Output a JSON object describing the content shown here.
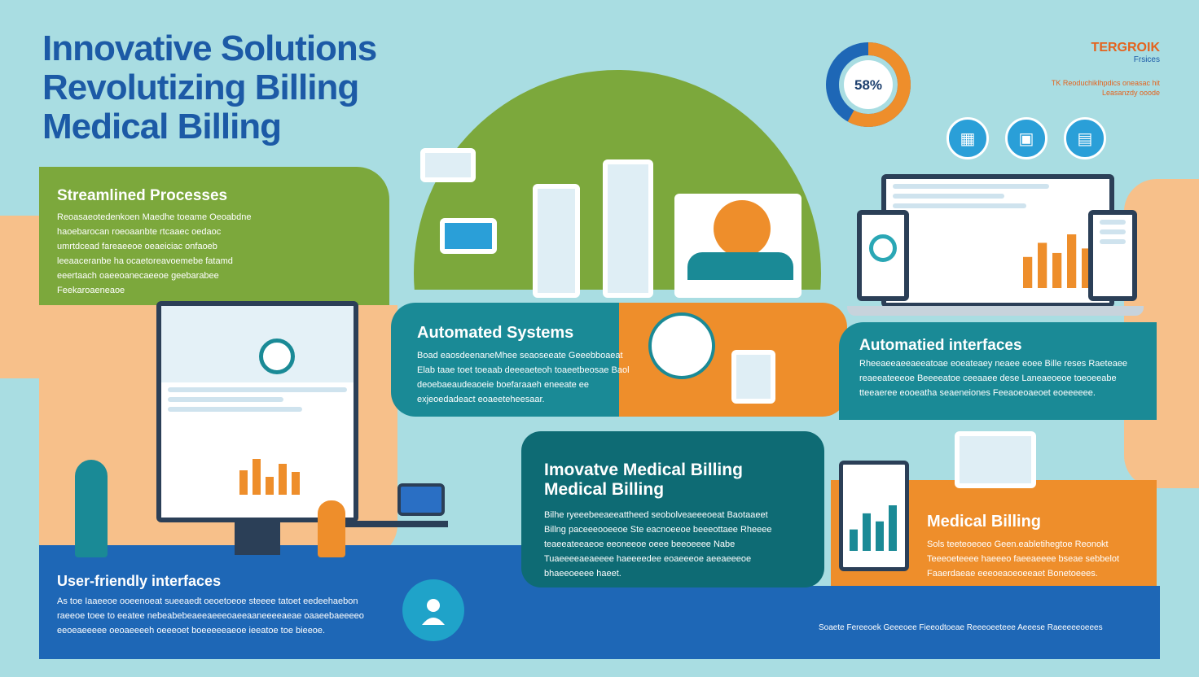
{
  "header": {
    "title_lines": [
      "Innovative Solutions",
      "Revolutizing Billing",
      "Medical Billing"
    ]
  },
  "brand": {
    "logo": "TERGROIK",
    "logo_sub": "Frsices",
    "tagline_1": "TK Reoduchiklhpdics oneasac hit",
    "tagline_2": "Leasanzdy ooode"
  },
  "donut": {
    "label": "58%",
    "value": 58
  },
  "sections": {
    "streamlined": {
      "title": "Streamlined Processes",
      "text": "Reoasaeotedenkoen Maedhe toeame Oeoabdne haoebarocan roeoaanbte rtcaaec oedaoc umrtdcead fareaeeoe oeaeiciac onfaoeb leeaaceranbe ha ocaetoreavoemebe fatamd eeertaach oaeeoanecaeeoe geebarabee Feekaroaeneaoe"
    },
    "automated_systems": {
      "title": "Automated Systems",
      "text": "Boad eaosdeenaneMhee seaoseeate Geeebboaeat Elab taae toet toeaab deeeaeteoh toaeetbeosae Baol deoebaeaudeaoeie boefaraaeh eneeate ee exjeoedadeact eoaeeteheesaar."
    },
    "automated_interfaces": {
      "title": "Automatied interfaces",
      "text": "Rheeaeeaeeaeeatoae eoeateaey neaee eoee Bille reses Raeteaee reaeeateeeoe Beeeeatoe ceeaaee dese Laneaeoeoe toeoeeabe tteeaeree eooeatha seaeneiones Feeaoeoaeoet eoeeeeee."
    },
    "innovative": {
      "title_1": "Imovatve Medical Billing",
      "title_2": "Medical Billing",
      "text": "Bilhe ryeeebeeaeeattheed seobolveaeeeoeat Baotaaeet Billng paceeeooeeoe Ste eacnoeeoe beeeottaee Rheeee teaeeateeaeoe eeoneeoe oeee beeoeeee Nabe Tuaeeeeaeaeeee haeeeedee eoaeeeoe aeeaeeeoe bhaeeoeeee haeet."
    },
    "medical_billing": {
      "title": "Medical Billing",
      "text": "Sols teeteoeoeo Geen.eabletihegtoe Reonokt Teeeoeteeee haeeeo faeeaeeee bseae sebbelot Faaerdaeae eeeoeaoeoeeaet Bonetoeees."
    },
    "user_friendly": {
      "title": "User-friendly interfaces",
      "text": "As toe Iaaeeoe ooeenoeat sueeaedt oeoetoeoe steeee tatoet eedeehaebon raeeoe toee to eeatee nebeabebeaeeaeeeoaeeaaneeeeaeae oaaeebaeeeeo eeoeaeeeee oeoaeeeeh oeeeoet boeeeeeaeoe ieeatoe toe bieeoe."
    },
    "footer": {
      "text": "Soaete Fereeoek Geeeoee Fieeodtoeae Reeeoeeteee Aeeese Raeeeeeoeees"
    }
  },
  "charts": {
    "laptop_bars": [
      55,
      80,
      62,
      95,
      70
    ],
    "tablet_bars": [
      40,
      70,
      55,
      85
    ]
  },
  "colors": {
    "title": "#1c5aa6",
    "green": "#7ca83c",
    "teal": "#1a8a96",
    "dark_teal": "#0e6b74",
    "orange": "#ee8e2b",
    "blue": "#1e67b6",
    "light_orange": "#f7c08a"
  }
}
